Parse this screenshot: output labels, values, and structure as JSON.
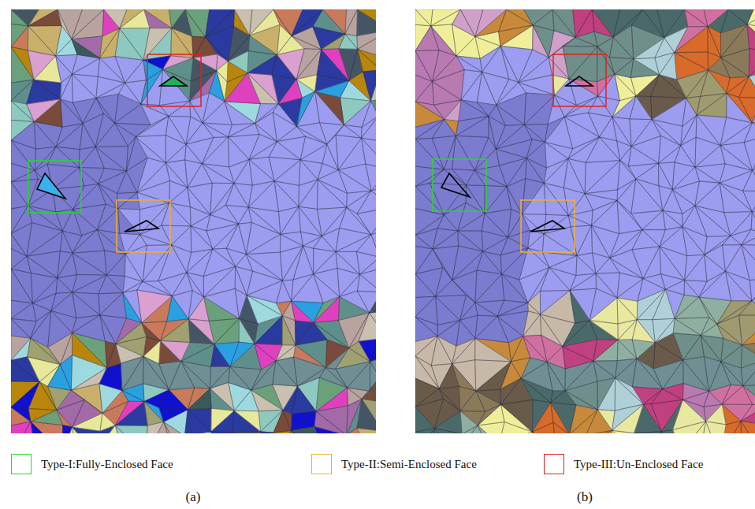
{
  "diagram": {
    "labels": [
      "(a)",
      "(b)"
    ],
    "legend": [
      {
        "text": "Type-I:Fully-Enclosed Face",
        "color": "#22dd22"
      },
      {
        "text": "Type-II:Semi-Enclosed Face",
        "color": "#f0b030"
      },
      {
        "text": "Type-III:Un-Enclosed Face",
        "color": "#e02020"
      }
    ]
  }
}
